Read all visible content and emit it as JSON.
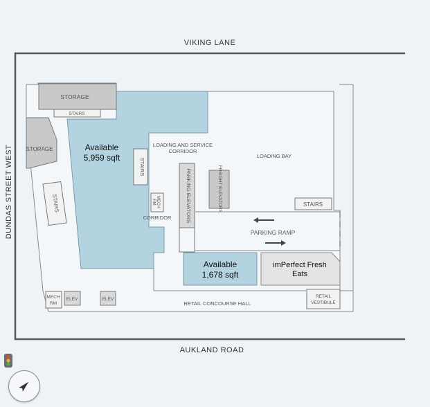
{
  "streets": {
    "north": "VIKING LANE",
    "south": "AUKLAND ROAD",
    "west": "DUNDAS STREET WEST"
  },
  "rooms": {
    "storage_top": "STORAGE",
    "stairs_top": "STAIRS",
    "storage_left": "STORAGE",
    "stairs_left": "STAIRS",
    "stairs_center": "STAIRS",
    "loading_corridor_line1": "LOADING AND SERVICE",
    "loading_corridor_line2": "CORRIDOR",
    "loading_bay": "LOADING BAY",
    "parking_elevators": "PARKING ELEVATORS",
    "freight_elevators": "FREIGHT ELEVATORS",
    "stairs_right": "STAIRS",
    "mech_rm_center_line1": "MECH",
    "mech_rm_center_line2": "RM",
    "corridor": "CORRIDOR",
    "parking_ramp": "PARKING RAMP",
    "mech_rm_bottom_line1": "MECH",
    "mech_rm_bottom_line2": "RM",
    "elev_1": "ELEV",
    "elev_2": "ELEV",
    "retail_concourse_hall": "RETAIL CONCOURSE HALL",
    "retail_vestibule_line1": "RETAIL",
    "retail_vestibule_line2": "VESTIBULE"
  },
  "units": {
    "large": {
      "line1": "Available",
      "line2": "5,959 sqft",
      "status": "available"
    },
    "small": {
      "line1": "Available",
      "line2": "1,678 sqft",
      "status": "available"
    },
    "tenant": {
      "line1": "imPerfect Fresh",
      "line2": "Eats",
      "status": "occupied"
    }
  },
  "controls": {
    "compass_icon": "compass-icon",
    "traffic_icon": "traffic-light-icon"
  },
  "colors": {
    "background": "#eef3f8",
    "available_fill": "#b3d3e0",
    "service_fill": "#c8c8c8",
    "tenant_fill": "#e4e4e4",
    "wall": "#555555"
  }
}
